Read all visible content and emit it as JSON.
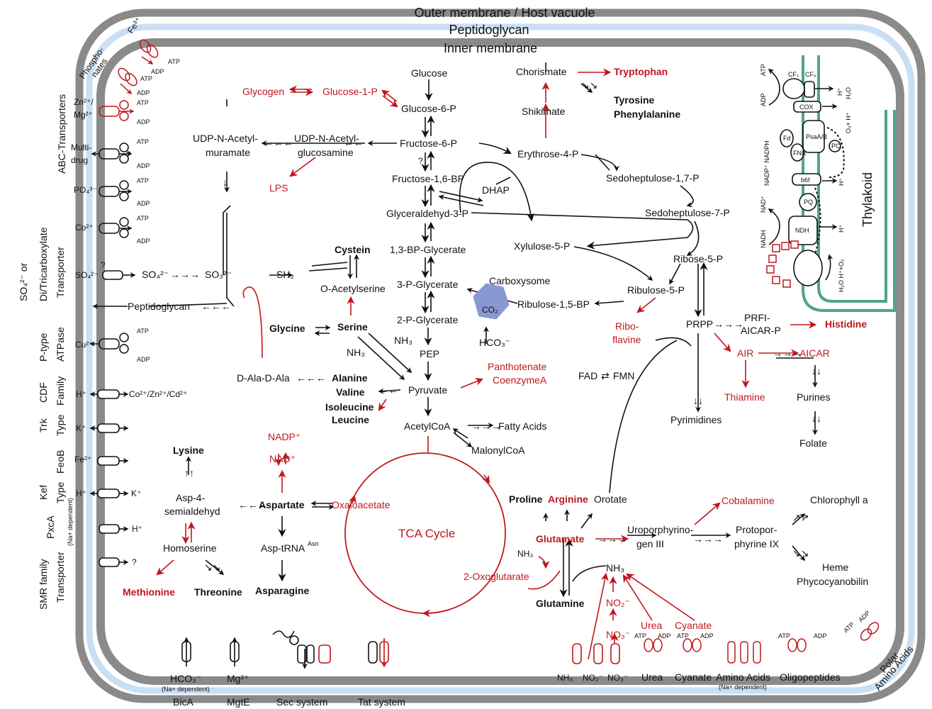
{
  "membranes": {
    "outer": "Outer membrane / Host vacuole",
    "peptidoglycan": "Peptidoglycan",
    "inner": "Inner membrane",
    "thylakoid": "Thylakoid"
  },
  "colors": {
    "outer_membrane": "#8a8a8a",
    "peptidoglycan": "#c9dff3",
    "inner_membrane": "#8a8a8a",
    "thylakoid": "#4ea58a",
    "enzymatic_gap": "#c0171d",
    "present": "#111111",
    "carboxysome": "#8898d0"
  },
  "left_labels": {
    "abc": "ABC-Transporters",
    "sulfate_or": "SO₄²⁻ or",
    "ditricarb": "Di/Tricarboxylate",
    "transporter": "Transporter",
    "ptype": "P-type",
    "atpase": "ATPase",
    "cdf": "CDF",
    "family": "Family",
    "trk": "Trk",
    "trk_type": "Type",
    "feob": "FeoB",
    "kef": "Kef",
    "kef_type": "Type",
    "pxca": "PxcA",
    "na_dep": "(Na+ dependent)",
    "smr": "SMR family",
    "smr_transporter": "Transporter"
  },
  "transporters_left": {
    "fe": "Fe³⁺",
    "phosphonates": "Phospho-",
    "phosphonates2": "nates",
    "zn": "Zn²⁺/",
    "mg": "Mg²⁺",
    "multidrug": "Multi-",
    "multidrug2": "drug",
    "po4": "PO₄³⁻",
    "co": "Co²⁺",
    "so4": "SO₄²⁻",
    "q": "?",
    "cu": "Cu²⁺",
    "h1": "H⁺",
    "cdf_ions": "Co²⁺/Zn²⁺/Cd²⁺",
    "k1": "K⁺",
    "fe2": "Fe²⁺",
    "h2": "H⁺",
    "k2": "K⁺",
    "h3": "H⁺",
    "q2": "?",
    "atp": "ATP",
    "adp": "ADP"
  },
  "metabolites": {
    "glucose": "Glucose",
    "glucose6p": "Glucose-6-P",
    "fructose6p": "Fructose-6-P",
    "fructose16bp": "Fructose-1,6-BP",
    "dhap": "DHAP",
    "g3p": "Glyceraldehyd-3-P",
    "bpg13": "1,3-BP-Glycerate",
    "pg3": "3-P-Glycerate",
    "pg2": "2-P-Glycerate",
    "pep": "PEP",
    "pyruvate": "Pyruvate",
    "acetylcoa": "AcetylCoA",
    "fattyacids": "Fatty Acids",
    "malonylcoa": "MalonylCoA",
    "glycogen": "Glycogen",
    "glucose1p": "Glucose-1-P",
    "udpnam": "UDP-N-Acetyl-",
    "udpnam2": "muramate",
    "udpnag": "UDP-N-Acetyl-",
    "udpnag2": "glucosamine",
    "lps": "LPS",
    "so4b": "SO₄²⁻",
    "so3": "SO₃²⁻",
    "sh2": "SH₂",
    "cystein": "Cystein",
    "oacetylserine": "O-Acetylserine",
    "peptidoglycan": "Peptidoglycan",
    "glycine": "Glycine",
    "serine": "Serine",
    "nh3a": "NH₃",
    "nh3b": "NH₃",
    "daladala": "D-Ala-D-Ala",
    "alanine": "Alanine",
    "valine": "Valine",
    "isoleucine": "Isoleucine",
    "leucine": "Leucine",
    "panthotenate": "Panthotenate",
    "coenzymea": "CoenzymeA",
    "chorismate": "Chorismate",
    "tryptophan": "Tryptophan",
    "tyrosine": "Tyrosine",
    "phenylalanine": "Phenylalanine",
    "shikimate": "Shikimate",
    "erythrose4p": "Erythrose-4-P",
    "sedoheptulose17p": "Sedoheptulose-1,7-P",
    "sedoheptulose7p": "Sedoheptulose-7-P",
    "xylulose5p": "Xylulose-5-P",
    "ribose5p": "Ribose-5-P",
    "ribulose5p": "Ribulose-5-P",
    "ribulose15bp": "Ribulose-1,5-BP",
    "carboxysome": "Carboxysome",
    "co2": "CO₂",
    "hco3": "HCO₃⁻",
    "riboflavine": "Ribo-",
    "riboflavine2": "flavine",
    "fad": "FAD",
    "fmn": "FMN",
    "prpp": "PRPP",
    "prfi": "PRFI-",
    "prfi2": "AICAR-P",
    "histidine": "Histidine",
    "air": "AIR",
    "aicar": "AICAR",
    "thiamine": "Thiamine",
    "purines": "Purines",
    "folate": "Folate",
    "pyrimidines": "Pyrimidines",
    "lysine": "Lysine",
    "nadp": "NADP⁺",
    "nad": "NAD⁺",
    "asp4": "Asp-4-",
    "asp4b": "semialdehyd",
    "aspartate": "Aspartate",
    "oxaloacetate": "Oxaloacetate",
    "homoserine": "Homoserine",
    "asptrna": "Asp-tRNA",
    "asn_sup": "Asn",
    "methionine": "Methionine",
    "threonine": "Threonine",
    "asparagine": "Asparagine",
    "tca": "TCA Cycle",
    "oxoglutarate": "2-Oxoglutarate",
    "nh3c": "NH₃",
    "proline": "Proline",
    "arginine": "Arginine",
    "orotate": "Orotate",
    "glutamate": "Glutamate",
    "glutamine": "Glutamine",
    "nh3d": "NH₃",
    "no2": "NO₂⁻",
    "no3": "NO₃⁻",
    "urea": "Urea",
    "cyanate": "Cyanate",
    "uroporphyrinogen": "Uroporphyrino-",
    "uroporphyrinogen2": "gen III",
    "protoporphyrine": "Protopor-",
    "protoporphyrine2": "phyrine IX",
    "cobalamine": "Cobalamine",
    "chlorophyll": "Chlorophyll a",
    "heme": "Heme",
    "phycocyanobilin": "Phycocyanobilin"
  },
  "thylakoid_labels": {
    "atp": "ATP",
    "adp": "ADP",
    "cf1": "CF₁",
    "cf0": "CF₀",
    "h": "H⁺",
    "h2o": "H₂O",
    "cox": "COX",
    "o2h": "O₂+ H⁺",
    "nadp": "NADP⁺ NADPH",
    "fd": "Fd",
    "fnr": "FNR",
    "psai": "PsaA/B",
    "pc": "PC",
    "b6f": "b6f",
    "pq": "PQ",
    "nad": "NAD⁺",
    "nadh": "NADH",
    "ndh": "NDH",
    "h2o_o2": "H₂O  H⁺+O₂"
  },
  "bottom": {
    "hco3": "HCO₃⁻",
    "hco3_note": "(Na+ dependent)",
    "bica": "BicA",
    "mg": "Mg²⁺",
    "mgte": "MgtE",
    "sec": "Sec system",
    "tat": "Tat system",
    "nh3": "NH₃",
    "no2": "NO₂⁻",
    "no3": "NO₃⁻",
    "urea": "Urea",
    "cyanate": "Cyanate",
    "aminoacids": "Amino Acids",
    "aa_note": "(Na+ dependent)",
    "oligopeptides": "Oligopeptides",
    "polar": "Polar",
    "polar2": "Amino Acids",
    "atp": "ATP",
    "adp": "ADP"
  }
}
